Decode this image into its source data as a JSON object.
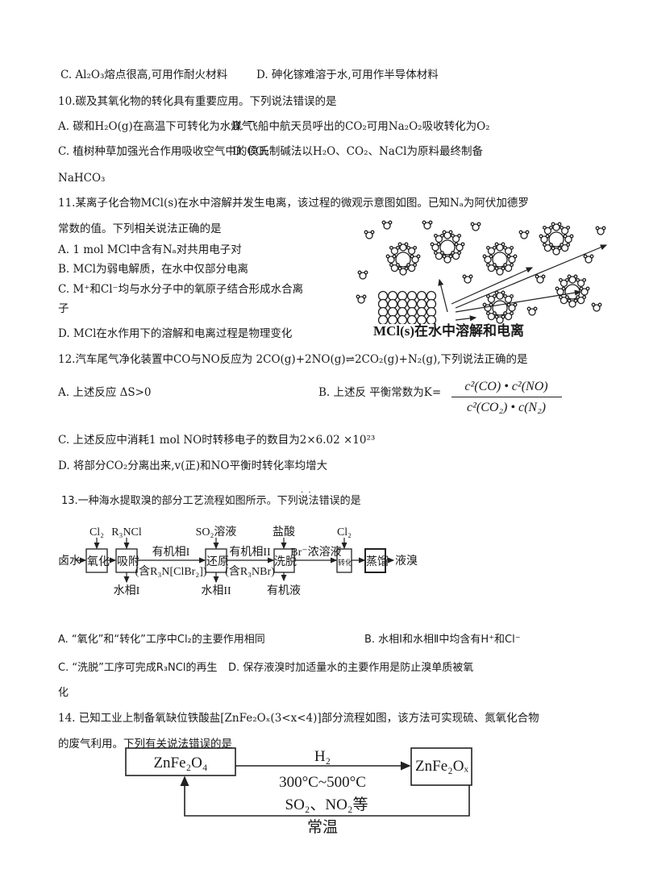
{
  "q9": {
    "C": "C. Al₂O₃熔点很高,可用作耐火材料",
    "D": "D. 砷化镓难溶于水,可用作半导体材料"
  },
  "q10": {
    "stem": "10.碳及其氧化物的转化具有重要应用。下列说法错误的是",
    "A": "A. 碳和H₂O(g)在高温下可转化为水煤气",
    "B": "B. 飞船中航天员呼出的CO₂可用Na₂O₂吸收转化为O₂",
    "C": "C. 植树种草加强光合作用吸收空气中的CO₂",
    "D": "D. 侯氏制碱法以H₂O、CO₂、NaCl为原料最终制备",
    "D_cont": "NaHCO₃"
  },
  "q11": {
    "stem1": "11.某离子化合物MCl(s)在水中溶解并发生电离，该过程的微观示意图如图。已知Nₐ为阿伏加德罗",
    "stem2": "常数的值。下列相关说法正确的是",
    "A": "A. 1 mol MCl中含有Nₐ对共用电子对",
    "B": "B. MCl为弱电解质，在水中仅部分电离",
    "C": "C. M⁺和Cl⁻均与水分子中的氧原子结合形成水合离",
    "C_cont": "子",
    "D": "D. MCl在水作用下的溶解和电离过程是物理变化",
    "figure_caption": "MCl(s)在水中溶解和电离"
  },
  "q12": {
    "stem": "12.汽车尾气净化装置中CO与NO反应为 2CO(g)+2NO(g)⇌2CO₂(g)+N₂(g),下列说法正确的是",
    "A": "A. 上述反应 ΔS>0",
    "B_prefix": "B. 上述反 平衡常数为K=",
    "B_num": "c²(CO) • c²(NO)",
    "B_den": "c²(CO₂) • c(N₂)",
    "C": "C. 上述反应中消耗1 mol NO时转移电子的数目为2×6.02 ×10²³",
    "D": "D. 将部分CO₂分离出来,v(正)和NO平衡时转化率均增大"
  },
  "q13": {
    "stem": "13.一种海水提取溴的部分工艺流程如图所示。下列说法错误的是",
    "flow": {
      "start": "卤水",
      "end": "液溴",
      "boxes": [
        "氧化",
        "吸附",
        "还原",
        "洗脱",
        "转化",
        "蒸馏"
      ],
      "inputs": [
        "Cl₂",
        "R₃NCl",
        "SO₂溶液",
        "盐酸",
        "Cl₂"
      ],
      "outputs": [
        "水相I",
        "水相II",
        "有机液"
      ],
      "links": [
        "有机相I",
        "(含R₃N[ClBr₂])",
        "有机相II",
        "(含R₃NBr)",
        "Br⁻浓溶液"
      ]
    },
    "A": "A. “氧化”和“转化”工序中Cl₂的主要作用相同",
    "B": "B. 水相Ⅰ和水相Ⅱ中均含有H⁺和Cl⁻",
    "C": "C. “洗脱”工序可完成R₃NCl的再生",
    "D": "D. 保存液溴时加适量水的主要作用是防止溴单质被氧",
    "D_cont": "化"
  },
  "q14": {
    "stem1": "14. 已知工业上制备氧缺位铁酸盐[ZnFe₂Oₓ(3<x<4)]部分流程如图，该方法可实现硫、氮氧化合物",
    "stem2": "的废气利用。下列有关说法错误的是",
    "diagram": {
      "left": "ZnFe₂O₄",
      "right": "ZnFe₂Oₓ",
      "forward_top": "H₂",
      "forward_bottom": "300°C~500°C",
      "back_top": "SO₂、NO₂等",
      "back_bottom": "常温"
    }
  }
}
